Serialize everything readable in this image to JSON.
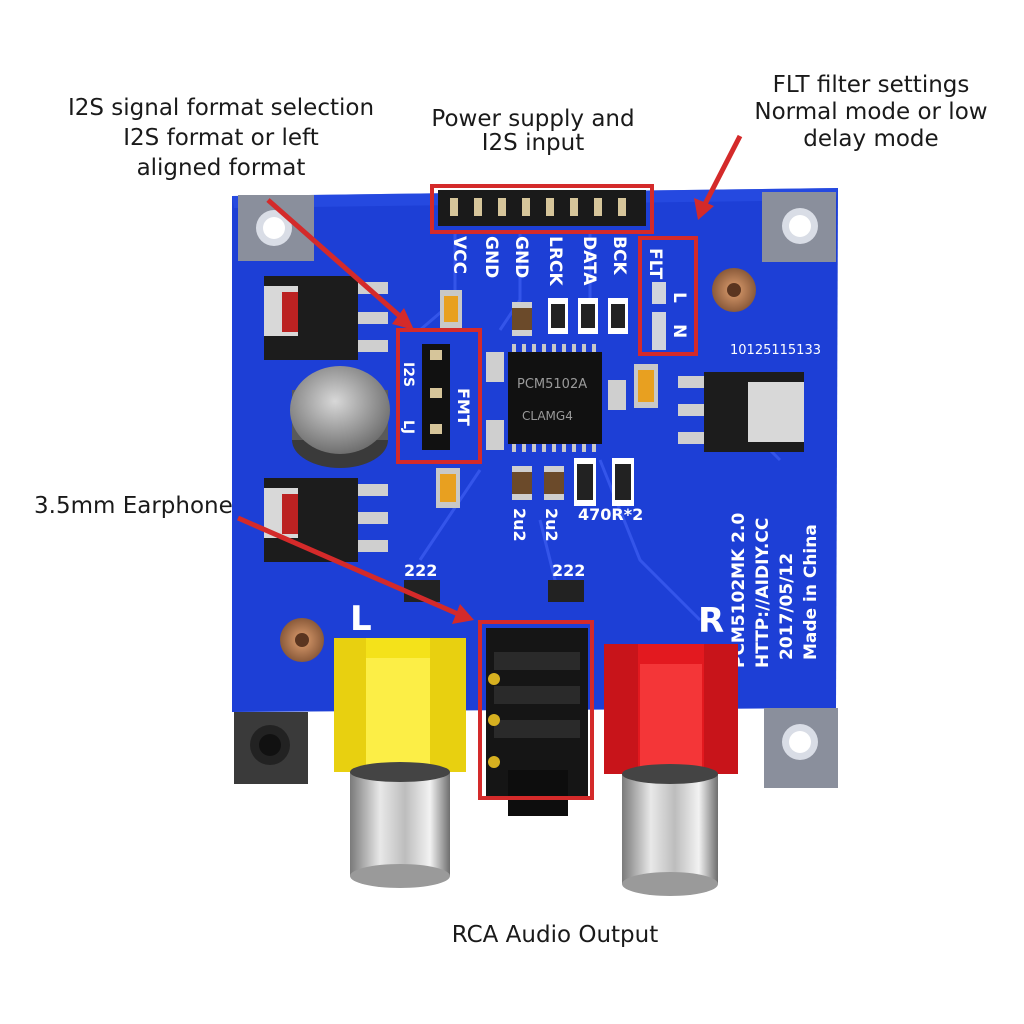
{
  "callouts": {
    "i2s_format": {
      "lines": [
        "I2S signal format selection",
        "I2S format or left",
        "aligned format"
      ]
    },
    "power_input": {
      "lines": [
        "Power supply and",
        "I2S input"
      ]
    },
    "flt_filter": {
      "lines": [
        "FLT filter settings",
        "Normal mode or low",
        "delay mode"
      ]
    },
    "earphone": {
      "lines": [
        "3.5mm Earphone"
      ]
    },
    "rca_output": {
      "lines": [
        "RCA Audio Output"
      ]
    }
  },
  "board": {
    "pin_labels": [
      "VCC",
      "GND",
      "GND",
      "LRCK",
      "DATA",
      "BCK"
    ],
    "flt_label": "FLT",
    "flt_options": [
      "L",
      "N"
    ],
    "fmt_label": "FMT",
    "fmt_options": [
      "I2S",
      "LJ"
    ],
    "chip_line1": "PCM5102A",
    "chip_line2": "CLAMG4",
    "serial": "10125115133",
    "cap_values": [
      "2u2",
      "2u2",
      "470R*2"
    ],
    "resistor_labels": [
      "222",
      "222"
    ],
    "channel_left": "L",
    "channel_right": "R",
    "silk_lines": [
      "PCM5102MK 2.0",
      "HTTP://AIDIY.CC",
      "2017/05/12",
      "Made in China"
    ]
  },
  "colors": {
    "pcb_blue": "#1d3fd6",
    "highlight_red": "#d42a2a",
    "rca_yellow": "#f4e21a",
    "rca_red": "#e3191f"
  }
}
